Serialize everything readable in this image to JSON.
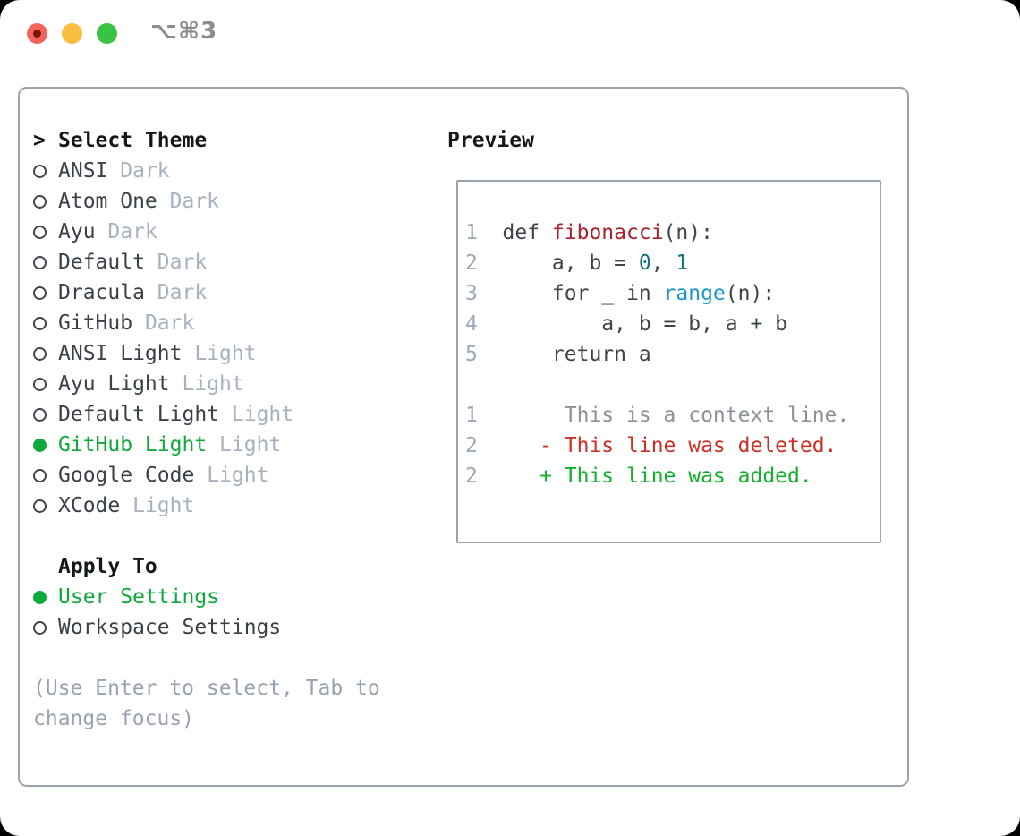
{
  "window": {
    "title": "⌥⌘3",
    "traffic_lights": {
      "close": "close-button",
      "minimize": "minimize-button",
      "zoom": "zoom-button"
    }
  },
  "colors": {
    "accent_green": "#0fa93b",
    "panel_border": "#9aa4af",
    "muted": "#a8b2bf",
    "hint": "#98a2b0",
    "title_gray": "#8d8d91",
    "syntax": {
      "plain": "#3d444b",
      "function": "#a8232b",
      "number": "#12767e",
      "builtin": "#1e96ce",
      "context": "#8b9199",
      "deleted": "#cb3126",
      "added": "#0fb02a",
      "gutter": "#9aaab8"
    }
  },
  "theme_list": {
    "header_marker": ">",
    "header": "Select Theme",
    "items": [
      {
        "name": "ANSI",
        "variant": "Dark",
        "selected": false
      },
      {
        "name": "Atom One",
        "variant": "Dark",
        "selected": false
      },
      {
        "name": "Ayu",
        "variant": "Dark",
        "selected": false
      },
      {
        "name": "Default",
        "variant": "Dark",
        "selected": false
      },
      {
        "name": "Dracula",
        "variant": "Dark",
        "selected": false
      },
      {
        "name": "GitHub",
        "variant": "Dark",
        "selected": false
      },
      {
        "name": "ANSI Light",
        "variant": "Light",
        "selected": false
      },
      {
        "name": "Ayu Light",
        "variant": "Light",
        "selected": false
      },
      {
        "name": "Default Light",
        "variant": "Light",
        "selected": false
      },
      {
        "name": "GitHub Light",
        "variant": "Light",
        "selected": true
      },
      {
        "name": "Google Code",
        "variant": "Light",
        "selected": false
      },
      {
        "name": "XCode",
        "variant": "Light",
        "selected": false
      }
    ]
  },
  "apply_to": {
    "header": "Apply To",
    "options": [
      {
        "label": "User Settings",
        "selected": true
      },
      {
        "label": "Workspace Settings",
        "selected": false
      }
    ]
  },
  "footer": {
    "hint": "(Use Enter to select, Tab to change focus)"
  },
  "preview": {
    "title": "Preview",
    "lines": [
      {
        "num": "1",
        "tokens": [
          {
            "text": "def ",
            "color": "plain"
          },
          {
            "text": "fibonacci",
            "color": "function"
          },
          {
            "text": "(n):",
            "color": "plain"
          }
        ]
      },
      {
        "num": "2",
        "tokens": [
          {
            "text": "    a, b = ",
            "color": "plain"
          },
          {
            "text": "0",
            "color": "number"
          },
          {
            "text": ", ",
            "color": "plain"
          },
          {
            "text": "1",
            "color": "number"
          }
        ]
      },
      {
        "num": "3",
        "tokens": [
          {
            "text": "    for _ in ",
            "color": "plain"
          },
          {
            "text": "range",
            "color": "builtin"
          },
          {
            "text": "(n):",
            "color": "plain"
          }
        ]
      },
      {
        "num": "4",
        "tokens": [
          {
            "text": "        a, b = b, a + b",
            "color": "plain"
          }
        ]
      },
      {
        "num": "5",
        "tokens": [
          {
            "text": "    return a",
            "color": "plain"
          }
        ]
      },
      {
        "num": "",
        "tokens": []
      },
      {
        "num": "1",
        "tokens": [
          {
            "text": "     This is a context line.",
            "color": "context"
          }
        ]
      },
      {
        "num": "2",
        "tokens": [
          {
            "text": "   - This line was deleted.",
            "color": "deleted"
          }
        ]
      },
      {
        "num": "2",
        "tokens": [
          {
            "text": "   + This line was added.",
            "color": "added"
          }
        ]
      }
    ]
  }
}
